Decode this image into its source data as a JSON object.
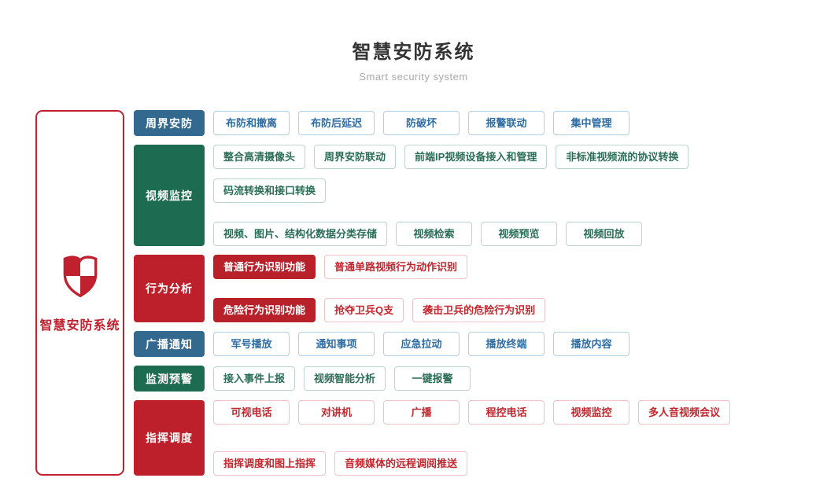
{
  "header": {
    "title": "智慧安防系统",
    "subtitle": "Smart security system"
  },
  "root_node": {
    "label": "智慧安防系统",
    "icon": "shield-checkered-icon"
  },
  "colors": {
    "blue_block": "#33688f",
    "green_block": "#1d6b51",
    "red_block": "#bd202a",
    "blue_text": "#2e6da4",
    "green_text": "#2c6e57",
    "red_text": "#c2262e",
    "filled_red": "#b8202a",
    "root_border": "#c0212e",
    "title_text": "#333333",
    "subtitle_text": "#a8a8a8"
  },
  "groups": [
    {
      "id": "perimeter-security",
      "label": "周界安防",
      "color": "blue",
      "items": [
        {
          "label": "布防和撤离"
        },
        {
          "label": "布防后延迟"
        },
        {
          "label": "防破坏"
        },
        {
          "label": "报警联动"
        },
        {
          "label": "集中管理"
        }
      ]
    },
    {
      "id": "video-surveillance",
      "label": "视频监控",
      "color": "green",
      "items": [
        {
          "label": "整合高清摄像头"
        },
        {
          "label": "周界安防联动"
        },
        {
          "label": "前端IP视频设备接入和管理"
        },
        {
          "label": "非标准视频流的协议转换"
        },
        {
          "label": "码流转换和接口转换",
          "break_after": true
        },
        {
          "label": "视频、图片、结构化数据分类存储"
        },
        {
          "label": "视频检索"
        },
        {
          "label": "视频预览"
        },
        {
          "label": "视频回放"
        }
      ]
    },
    {
      "id": "behavior-analysis",
      "label": "行为分析",
      "color": "red",
      "items": [
        {
          "label": "普通行为识别功能",
          "variant": "filled"
        },
        {
          "label": "普通单路视频行为动作识别",
          "break_after": true
        },
        {
          "label": "危险行为识别功能",
          "variant": "filled"
        },
        {
          "label": "抢夺卫兵Q支"
        },
        {
          "label": "袭击卫兵的危险行为识别"
        }
      ]
    },
    {
      "id": "broadcast-notification",
      "label": "广播通知",
      "color": "blue",
      "items": [
        {
          "label": "军号播放"
        },
        {
          "label": "通知事项"
        },
        {
          "label": "应急拉动"
        },
        {
          "label": "播放终端"
        },
        {
          "label": "播放内容"
        }
      ]
    },
    {
      "id": "monitoring-warning",
      "label": "监测预警",
      "color": "green",
      "items": [
        {
          "label": "接入事件上报"
        },
        {
          "label": "视频智能分析"
        },
        {
          "label": "一键报警"
        }
      ]
    },
    {
      "id": "command-dispatch",
      "label": "指挥调度",
      "color": "red",
      "items": [
        {
          "label": "可视电话"
        },
        {
          "label": "对讲机"
        },
        {
          "label": "广播"
        },
        {
          "label": "程控电话"
        },
        {
          "label": "视频监控"
        },
        {
          "label": "多人音视频会议",
          "break_after": true
        },
        {
          "label": "指挥调度和图上指挥"
        },
        {
          "label": "音频媒体的远程调阅推送"
        }
      ]
    }
  ]
}
